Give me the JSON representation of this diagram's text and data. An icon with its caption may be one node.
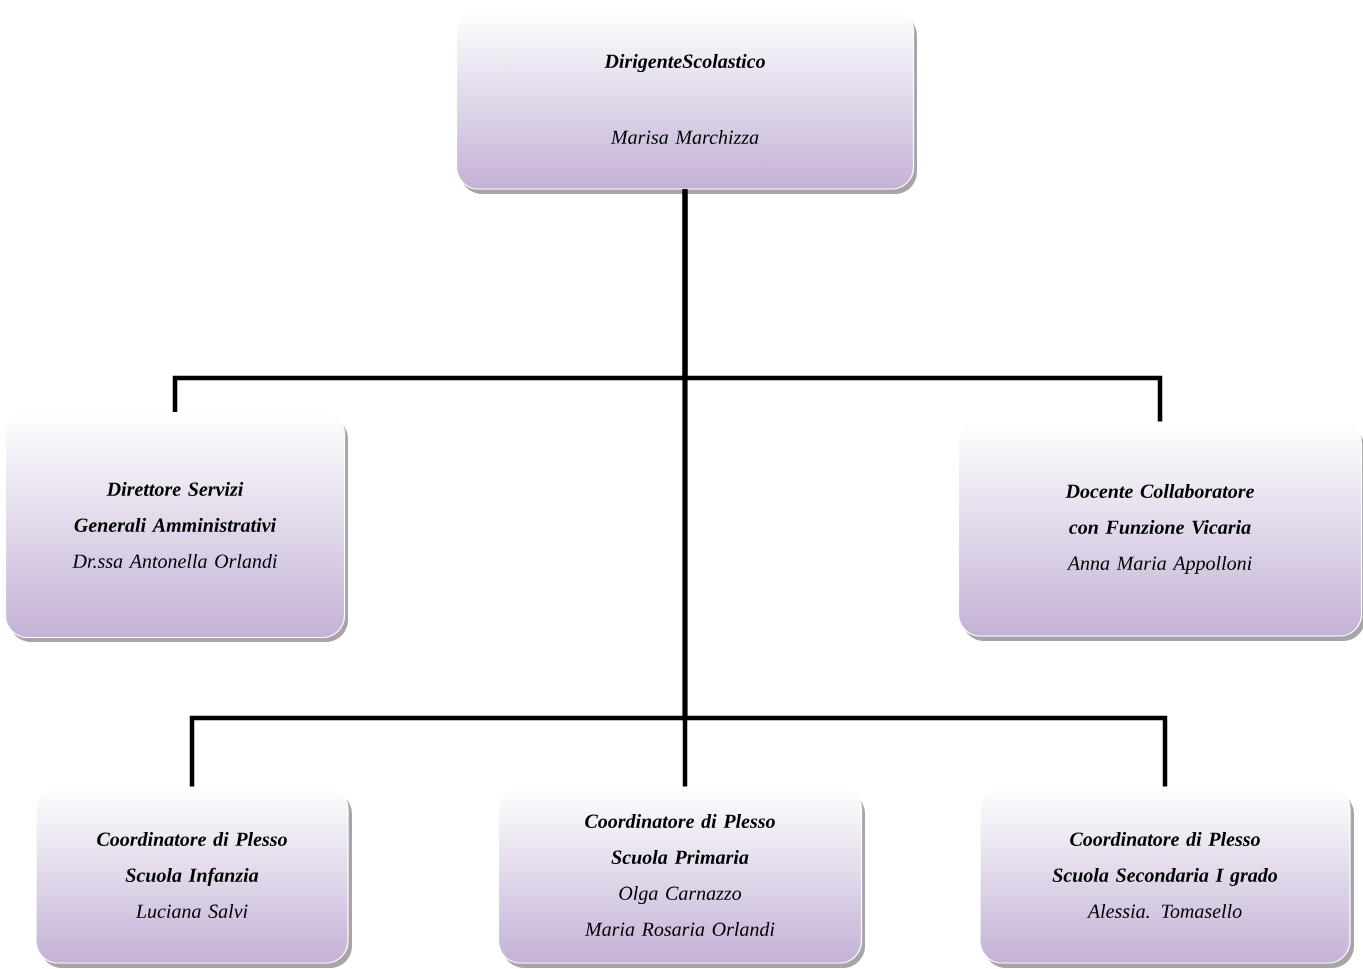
{
  "diagram": {
    "nodes": [
      {
        "text": [
          "DirigenteScolastico",
          "Marisa Marchizza"
        ]
      },
      {
        "text": [
          "Direttore Servizi Generali Amministrativi",
          "Dr.ssa Antonella Orlandi"
        ]
      },
      {
        "text": [
          "Docente Collaboratore con Funzione Vicaria",
          "Anna Maria Appolloni"
        ]
      },
      {
        "text": [
          "Coordinatore di Plesso Scuola Infanzia",
          "Luciana Salvi"
        ]
      },
      {
        "text": [
          "Coordinatore di Plesso Scuola Primaria",
          "Olga Carnazzo",
          "Maria Rosaria Orlandi"
        ]
      },
      {
        "text": [
          "Coordinatore di Plesso Scuola Secondaria I grado",
          "Alessia. Tomasello"
        ]
      }
    ],
    "edges": [
      {
        "from": 0,
        "to": 1,
        "arrow": "none"
      },
      {
        "from": 0,
        "to": 2,
        "arrow": "none"
      },
      {
        "from": 0,
        "to": 3,
        "arrow": "none"
      },
      {
        "from": 0,
        "to": 4,
        "arrow": "none"
      },
      {
        "from": 0,
        "to": 5,
        "arrow": "none"
      }
    ]
  }
}
